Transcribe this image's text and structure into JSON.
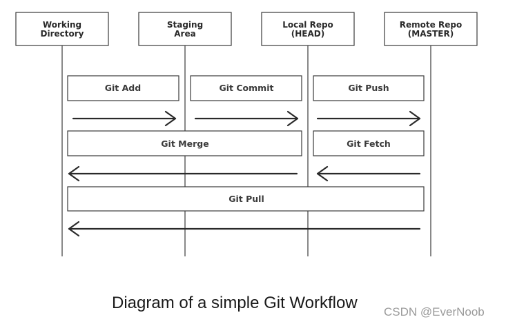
{
  "lanes": [
    {
      "id": "working-directory",
      "lines": [
        "Working",
        "Directory"
      ]
    },
    {
      "id": "staging-area",
      "lines": [
        "Staging",
        "Area"
      ]
    },
    {
      "id": "local-repo",
      "lines": [
        "Local Repo",
        "(HEAD)"
      ]
    },
    {
      "id": "remote-repo",
      "lines": [
        "Remote Repo",
        "(MASTER)"
      ]
    }
  ],
  "commands": [
    {
      "id": "git-add",
      "label": "Git Add",
      "from": 0,
      "to": 1
    },
    {
      "id": "git-commit",
      "label": "Git Commit",
      "from": 1,
      "to": 2
    },
    {
      "id": "git-push",
      "label": "Git Push",
      "from": 2,
      "to": 3
    },
    {
      "id": "git-merge",
      "label": "Git Merge",
      "from": 2,
      "to": 0
    },
    {
      "id": "git-fetch",
      "label": "Git Fetch",
      "from": 3,
      "to": 2
    },
    {
      "id": "git-pull",
      "label": "Git Pull",
      "from": 3,
      "to": 0
    }
  ],
  "caption": "Diagram of a simple Git Workflow",
  "watermark": "CSDN @EverNoob"
}
